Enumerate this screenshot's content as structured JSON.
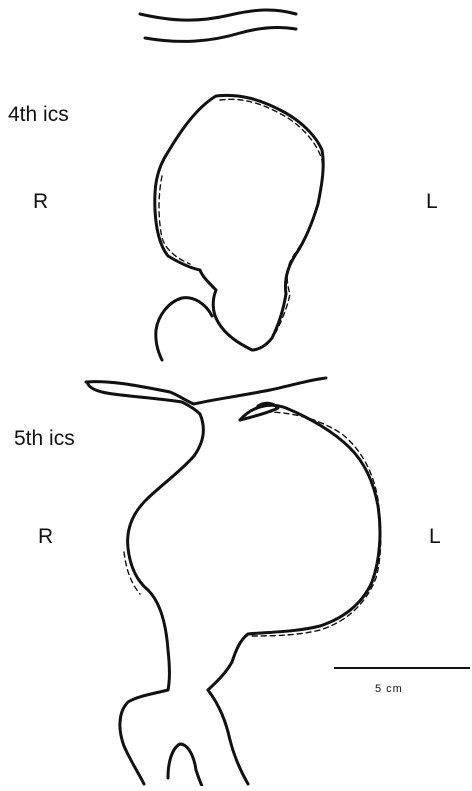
{
  "sections": {
    "top": {
      "label": "4th ics",
      "right_label": "R",
      "left_label": "L"
    },
    "bottom": {
      "label": "5th ics",
      "right_label": "R",
      "left_label": "L"
    }
  },
  "scale_bar": {
    "label": "5 cm",
    "length_cm": 5
  },
  "colors": {
    "ink": "#111111",
    "background": "#ffffff"
  }
}
